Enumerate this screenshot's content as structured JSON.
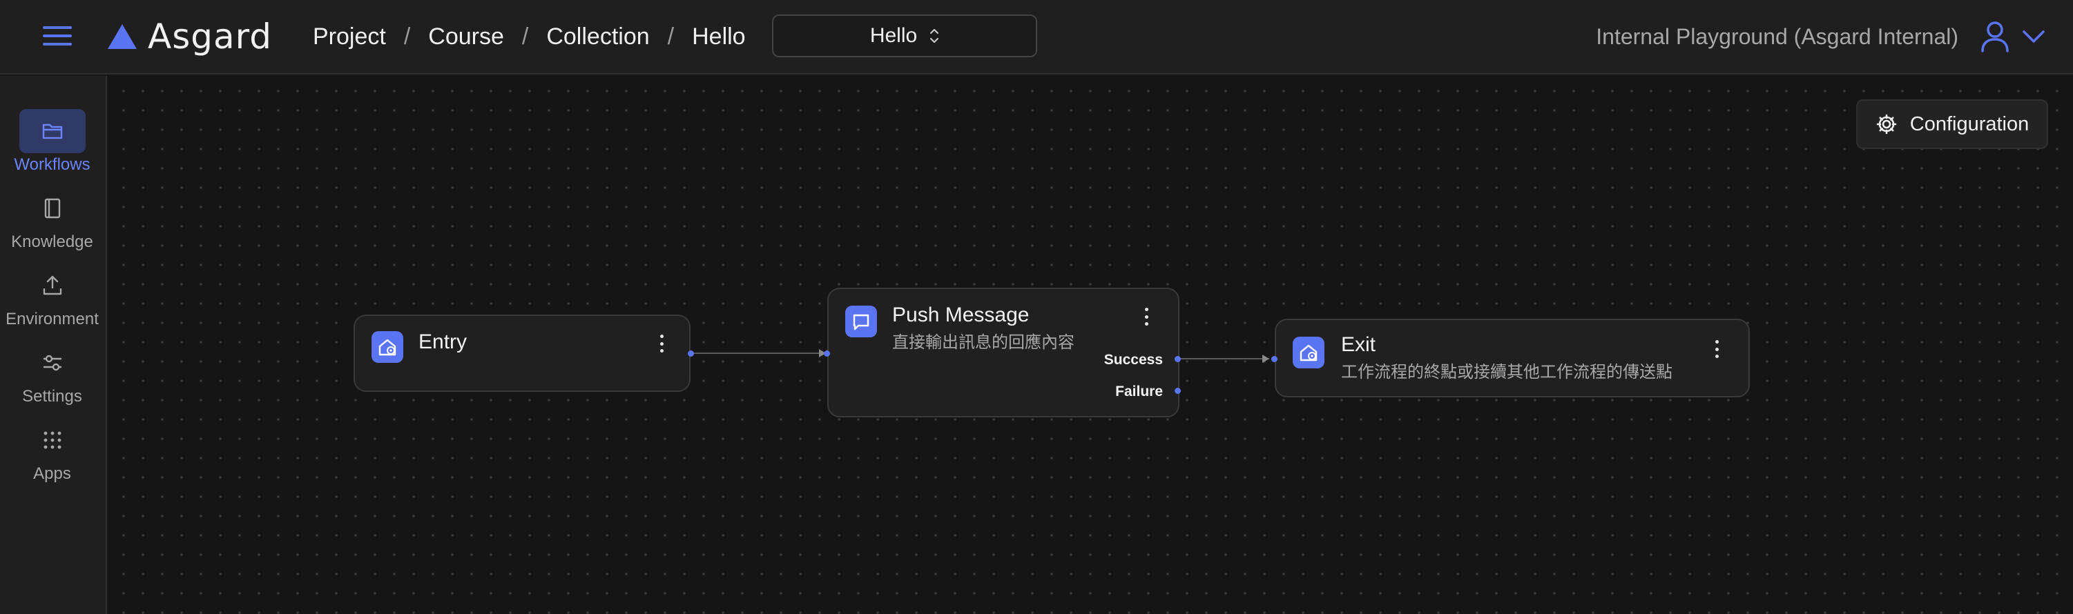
{
  "header": {
    "app_name": "Asgard",
    "breadcrumb": [
      "Project",
      "Course",
      "Collection",
      "Hello"
    ],
    "breadcrumb_separator": "/",
    "selector": {
      "value": "Hello"
    },
    "org_name": "Internal Playground (Asgard Internal)"
  },
  "sidebar": {
    "items": [
      {
        "label": "Workflows",
        "icon": "folder-icon",
        "active": true
      },
      {
        "label": "Knowledge",
        "icon": "book-icon",
        "active": false
      },
      {
        "label": "Environment",
        "icon": "upload-icon",
        "active": false
      },
      {
        "label": "Settings",
        "icon": "sliders-icon",
        "active": false
      },
      {
        "label": "Apps",
        "icon": "grid-icon",
        "active": false
      }
    ]
  },
  "canvas": {
    "config_button": {
      "label": "Configuration",
      "icon": "gear-icon"
    },
    "nodes": {
      "entry": {
        "title": "Entry",
        "icon": "home-gear-icon"
      },
      "push": {
        "title": "Push Message",
        "description": "直接輸出訊息的回應內容",
        "icon": "chat-bubble-icon",
        "ports": {
          "success": "Success",
          "failure": "Failure"
        }
      },
      "exit": {
        "title": "Exit",
        "description": "工作流程的終點或接續其他工作流程的傳送點",
        "icon": "home-gear-icon"
      }
    }
  },
  "colors": {
    "accent": "#5b74f2",
    "active_nav_text": "#6c84ff",
    "active_nav_bg": "#2f3a66",
    "header_bg": "#1f1f1f",
    "canvas_bg": "#151515",
    "node_bg": "#202020"
  }
}
